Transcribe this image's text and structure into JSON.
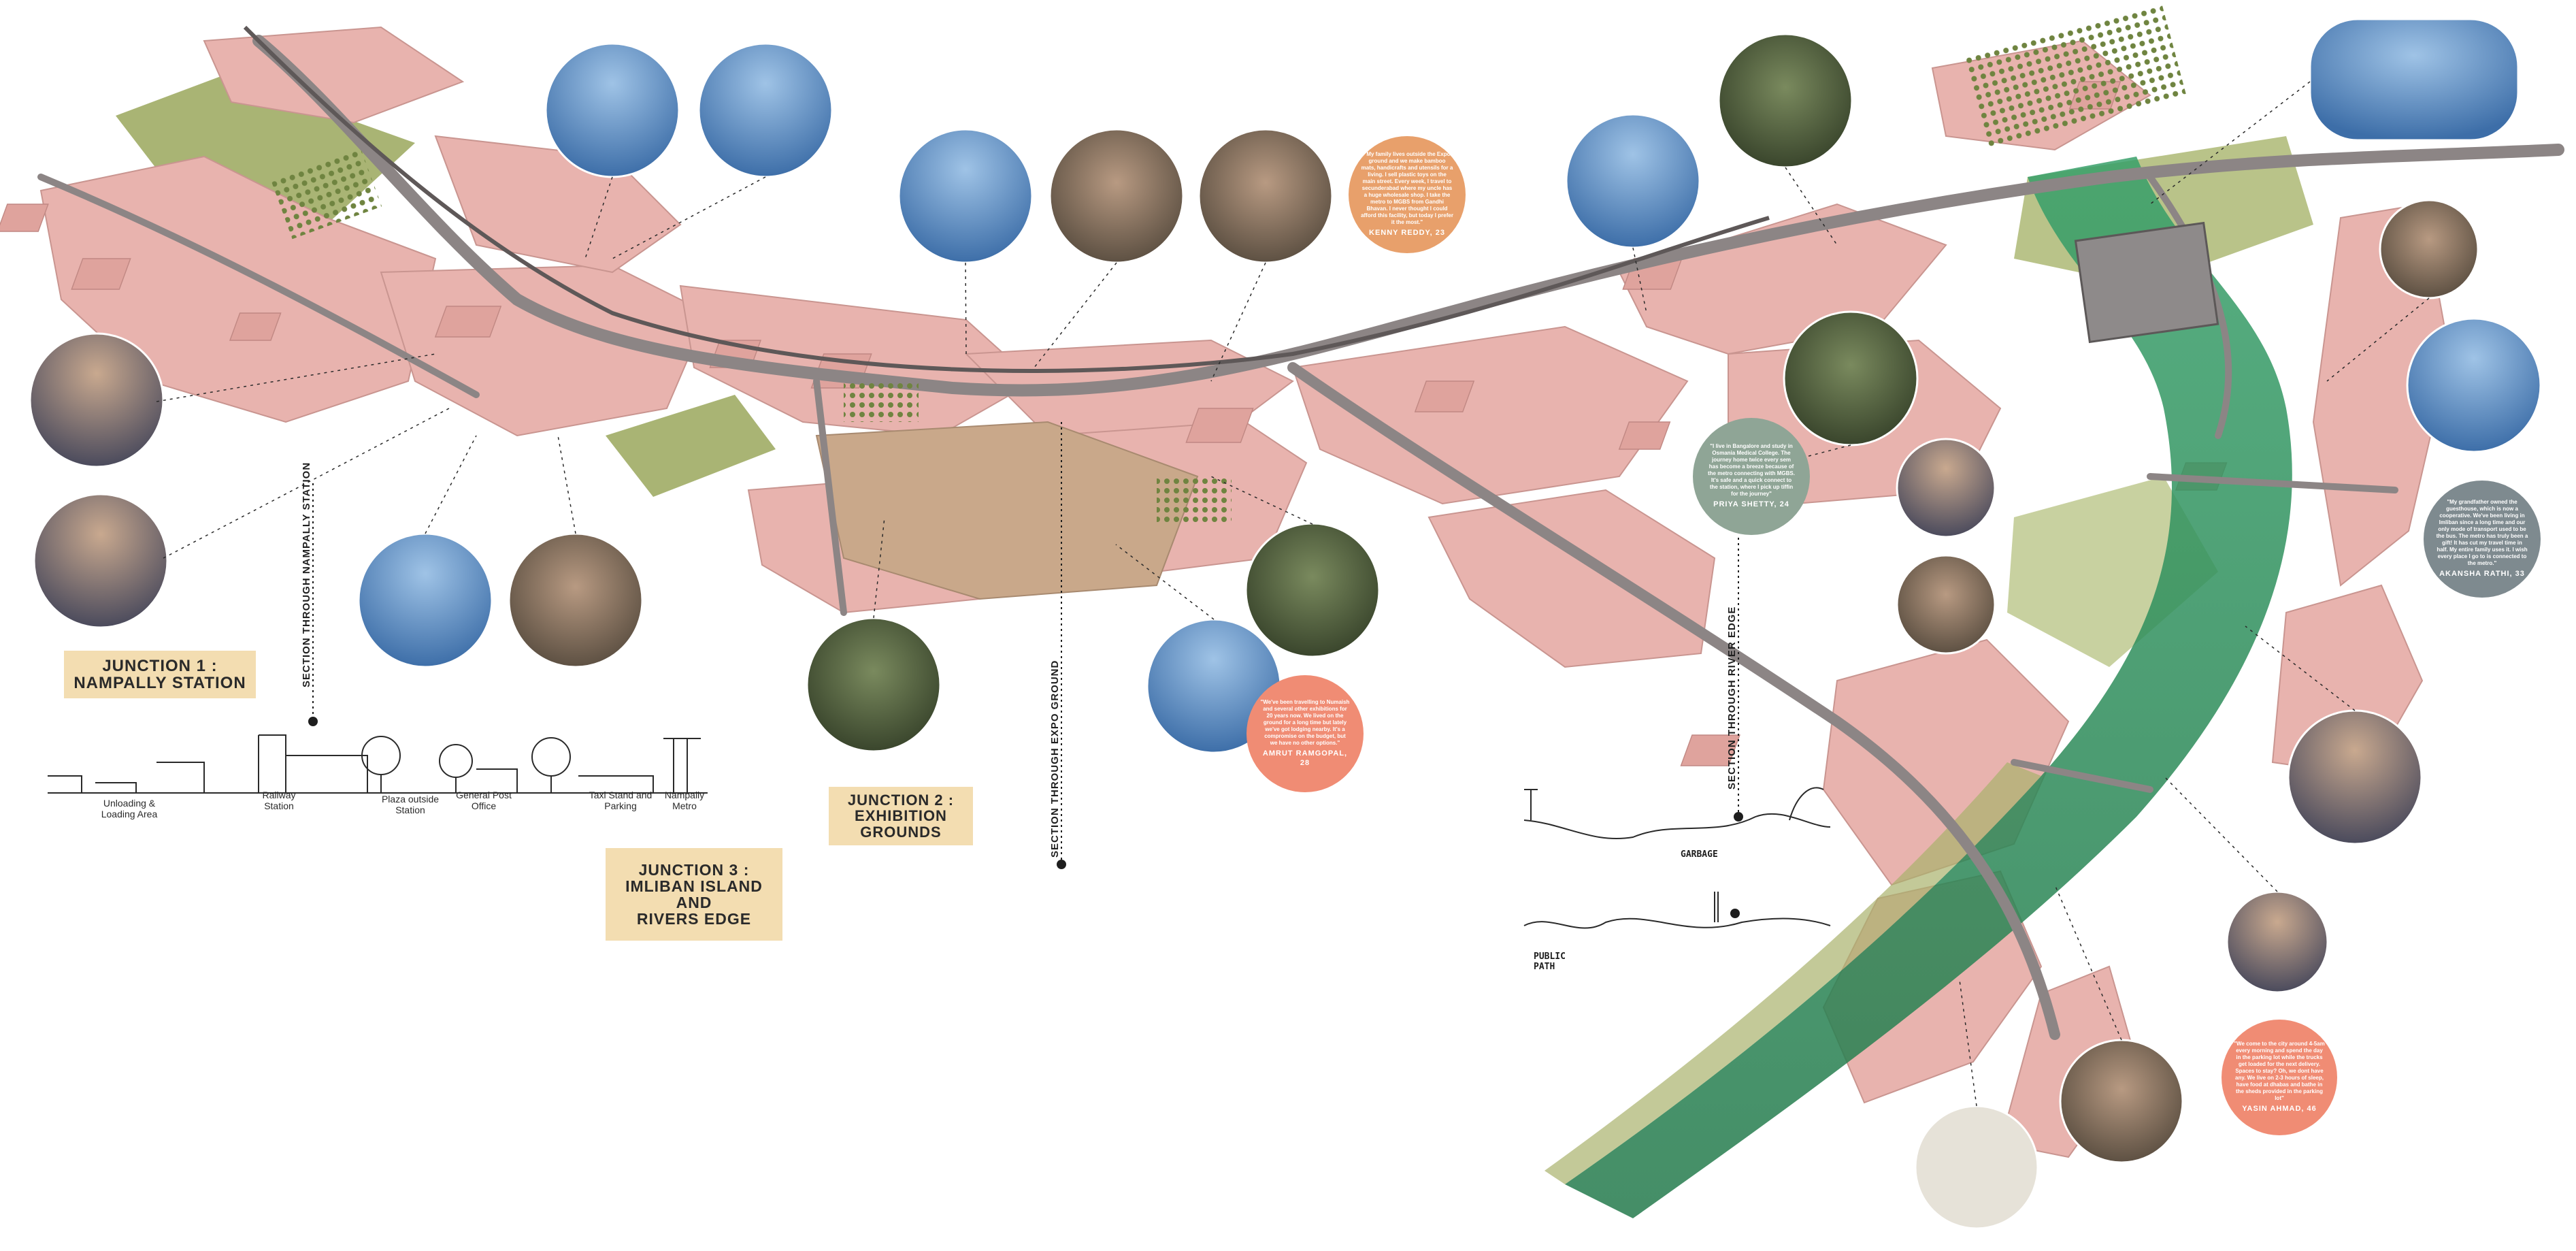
{
  "junctions": [
    {
      "lines": [
        "JUNCTION 1 :",
        "NAMPALLY STATION"
      ]
    },
    {
      "lines": [
        "JUNCTION 2 :",
        "EXHIBITION",
        "GROUNDS"
      ]
    },
    {
      "lines": [
        "JUNCTION 3 :",
        "IMLIBAN ISLAND",
        "AND",
        "RIVERS EDGE"
      ]
    }
  ],
  "sections": {
    "nampally": "SECTION THROUGH NAMPALLY STATION",
    "expo": "SECTION THROUGH EXPO GROUND",
    "river": "SECTION THROUGH RIVER EDGE"
  },
  "section_labels": [
    "Unloading & Loading Area",
    "Railway Station",
    "Plaza outside Station",
    "General Post Office",
    "Taxi Stand and Parking",
    "Nampally Metro"
  ],
  "river_section_labels": [
    "GARBAGE",
    "PUBLIC PATH"
  ],
  "quotes": [
    {
      "text": "\"My family lives outside the Expo ground and we make bamboo mats, handicrafts and utensils for a living. I sell plastic toys on the main street. Every week, I travel to secunderabad where my uncle has a huge wholesale shop. I take the metro to MGBS from Gandhi Bhavan. I never thought I could afford this facility, but today I prefer it the most.\"",
      "who": "KENNY REDDY, 23",
      "color": "#e8a06b"
    },
    {
      "text": "\"We've been travelling to Numaish and several other exhibitions for 20 years now. We lived on the ground for a long time but lately we've got lodging nearby. It's a compromise on the budget, but we have no other options.\"",
      "who": "AMRUT RAMGOPAL, 28",
      "color": "#f08c74"
    },
    {
      "text": "\"I live in Bangalore and study in Osmania Medical College. The journey home twice every sem has become a breeze because of the metro connecting with MGBS. It's safe and a quick connect to the station, where I pick up tiffin for the journey\"",
      "who": "PRIYA SHETTY, 24",
      "color": "#8fa596"
    },
    {
      "text": "\"My grandfather owned the guesthouse, which is now a cooperative. We've been living in Imliban since a long time and our only mode of transport used to be the bus. The metro has truly been a gift! It has cut my travel time in half. My entire family uses it. I wish every place I go to is connected to the metro.\"",
      "who": "AKANSHA RATHI, 33",
      "color": "#7e8a8f"
    },
    {
      "text": "\"We come to the city around 4-5am every morning and spend the day in the parking lot while the trucks get loaded for the next delivery. Spaces to stay? Oh, we dont have any. We live on 2-3 hours of sleep, have food at dhabas and bathe in the sheds provided in the parking lot\"",
      "who": "YASIN AHMAD, 46",
      "color": "#f08c74"
    }
  ],
  "colors": {
    "building": "#e8b3ae",
    "building_edge": "#c99590",
    "road": "#8c8585",
    "green": "#9aa75c",
    "river": "#2f8a5a",
    "label_bg": "#f3ddb1"
  },
  "photo_count": 29
}
